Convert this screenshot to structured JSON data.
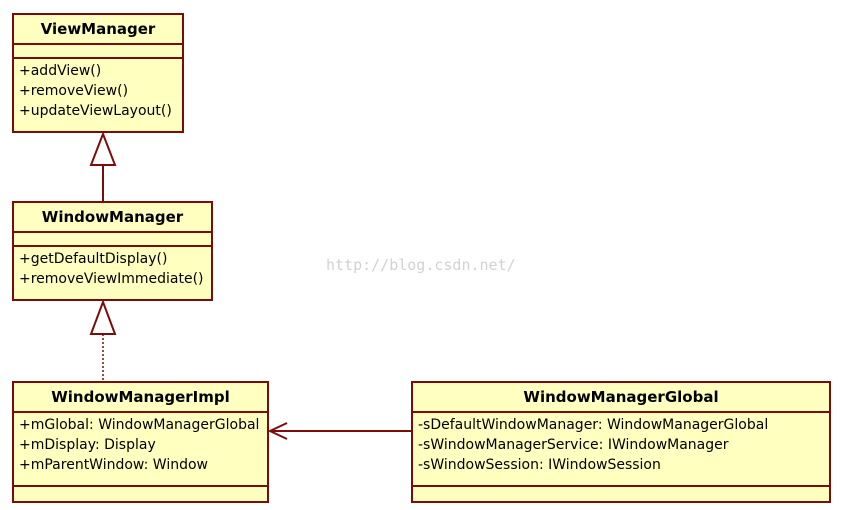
{
  "classes": {
    "view_manager": {
      "name": "ViewManager",
      "attributes": [],
      "operations": [
        "+addView()",
        "+removeView()",
        "+updateViewLayout()"
      ]
    },
    "window_manager": {
      "name": "WindowManager",
      "attributes": [],
      "operations": [
        "+getDefaultDisplay()",
        "+removeViewImmediate()"
      ]
    },
    "window_manager_impl": {
      "name": "WindowManagerImpl",
      "attributes": [
        "+mGlobal: WindowManagerGlobal",
        "+mDisplay: Display",
        "+mParentWindow: Window"
      ],
      "operations": []
    },
    "window_manager_global": {
      "name": "WindowManagerGlobal",
      "attributes": [
        "-sDefaultWindowManager: WindowManagerGlobal",
        "-sWindowManagerService: IWindowManager",
        "-sWindowSession: IWindowSession"
      ],
      "operations": []
    }
  },
  "relations": [
    {
      "type": "generalization",
      "from": "WindowManager",
      "to": "ViewManager",
      "line": "solid"
    },
    {
      "type": "realization",
      "from": "WindowManagerImpl",
      "to": "WindowManager",
      "line": "dotted"
    },
    {
      "type": "association",
      "from": "WindowManagerGlobal",
      "to": "WindowManagerImpl",
      "line": "solid"
    }
  ],
  "watermark": "http://blog.csdn.net/",
  "colors": {
    "class_fill": "#ffffc0",
    "border": "#7b0c0c",
    "watermark": "#d2d2d2"
  }
}
